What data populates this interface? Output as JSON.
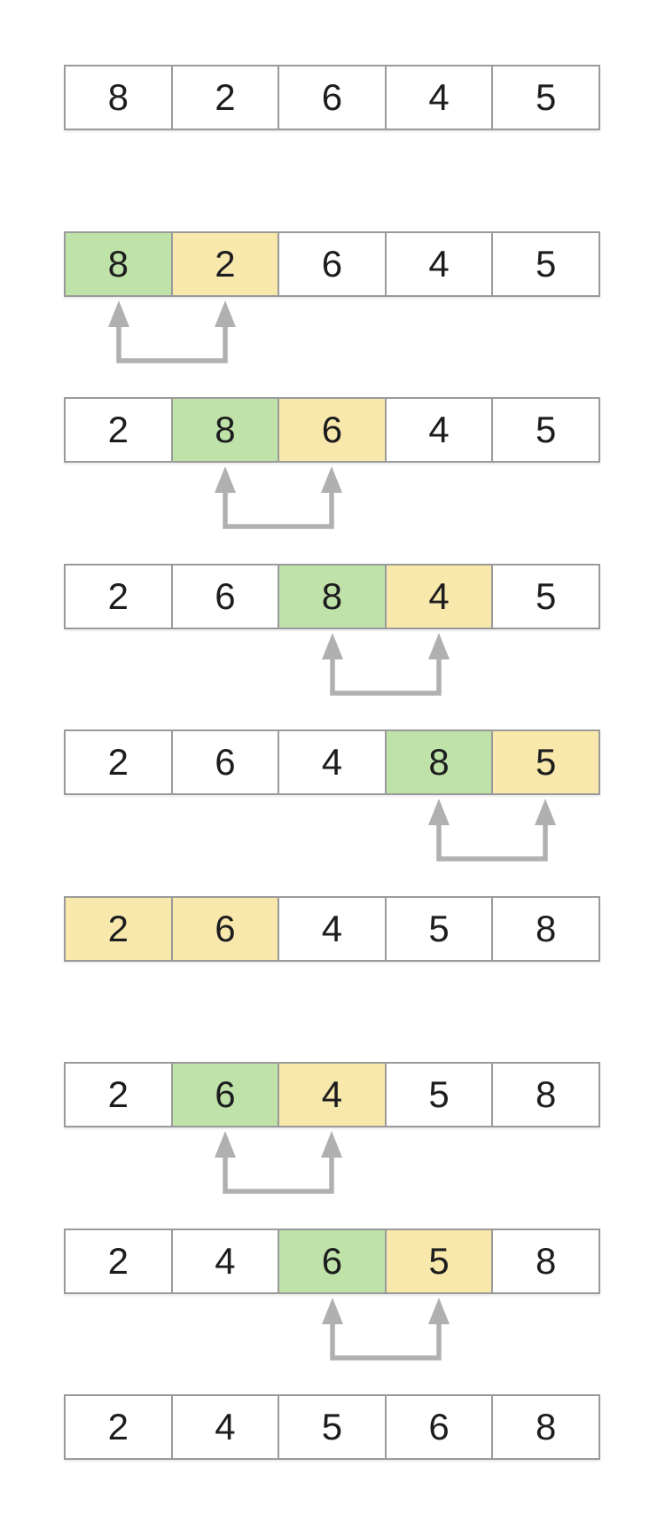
{
  "diagram": {
    "kind": "bubble-sort-steps",
    "cells_per_row": 5
  },
  "colors": {
    "compare_green": "#bfe2a9",
    "compare_yellow": "#f9e8ab",
    "cell_border": "#9a9a9a",
    "arrow": "#b0b0b0",
    "text": "#1d1d1f",
    "background": "#ffffff"
  },
  "icons": {
    "swap_indicator": "two-up-arrows-with-u-connector"
  },
  "steps": [
    {
      "values": [
        "8",
        "2",
        "6",
        "4",
        "5"
      ],
      "highlights": [],
      "swap": null
    },
    {
      "values": [
        "8",
        "2",
        "6",
        "4",
        "5"
      ],
      "highlights": [
        {
          "index": 0,
          "color": "green"
        },
        {
          "index": 1,
          "color": "yellow"
        }
      ],
      "swap": [
        0,
        1
      ]
    },
    {
      "values": [
        "2",
        "8",
        "6",
        "4",
        "5"
      ],
      "highlights": [
        {
          "index": 1,
          "color": "green"
        },
        {
          "index": 2,
          "color": "yellow"
        }
      ],
      "swap": [
        1,
        2
      ]
    },
    {
      "values": [
        "2",
        "6",
        "8",
        "4",
        "5"
      ],
      "highlights": [
        {
          "index": 2,
          "color": "green"
        },
        {
          "index": 3,
          "color": "yellow"
        }
      ],
      "swap": [
        2,
        3
      ]
    },
    {
      "values": [
        "2",
        "6",
        "4",
        "8",
        "5"
      ],
      "highlights": [
        {
          "index": 3,
          "color": "green"
        },
        {
          "index": 4,
          "color": "yellow"
        }
      ],
      "swap": [
        3,
        4
      ]
    },
    {
      "values": [
        "2",
        "6",
        "4",
        "5",
        "8"
      ],
      "highlights": [
        {
          "index": 0,
          "color": "yellow"
        },
        {
          "index": 1,
          "color": "yellow"
        }
      ],
      "swap": null
    },
    {
      "values": [
        "2",
        "6",
        "4",
        "5",
        "8"
      ],
      "highlights": [
        {
          "index": 1,
          "color": "green"
        },
        {
          "index": 2,
          "color": "yellow"
        }
      ],
      "swap": [
        1,
        2
      ]
    },
    {
      "values": [
        "2",
        "4",
        "6",
        "5",
        "8"
      ],
      "highlights": [
        {
          "index": 2,
          "color": "green"
        },
        {
          "index": 3,
          "color": "yellow"
        }
      ],
      "swap": [
        2,
        3
      ]
    },
    {
      "values": [
        "2",
        "4",
        "5",
        "6",
        "8"
      ],
      "highlights": [],
      "swap": null
    }
  ]
}
